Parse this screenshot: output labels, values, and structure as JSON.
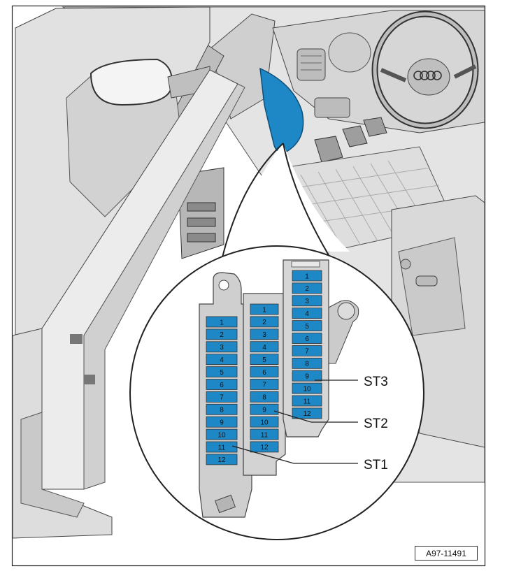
{
  "figure": {
    "reference_code": "A97-11491",
    "accent_color": "#1e88c7",
    "callout_labels": {
      "st1": "ST1",
      "st2": "ST2",
      "st3": "ST3"
    },
    "fuse_holders": [
      {
        "id": "ST1",
        "slots": [
          "1",
          "2",
          "3",
          "4",
          "5",
          "6",
          "7",
          "8",
          "9",
          "10",
          "11",
          "12"
        ]
      },
      {
        "id": "ST2",
        "slots": [
          "1",
          "2",
          "3",
          "4",
          "5",
          "6",
          "7",
          "8",
          "9",
          "10",
          "11",
          "12"
        ]
      },
      {
        "id": "ST3",
        "slots": [
          "1",
          "2",
          "3",
          "4",
          "5",
          "6",
          "7",
          "8",
          "9",
          "10",
          "11",
          "12"
        ]
      }
    ]
  }
}
